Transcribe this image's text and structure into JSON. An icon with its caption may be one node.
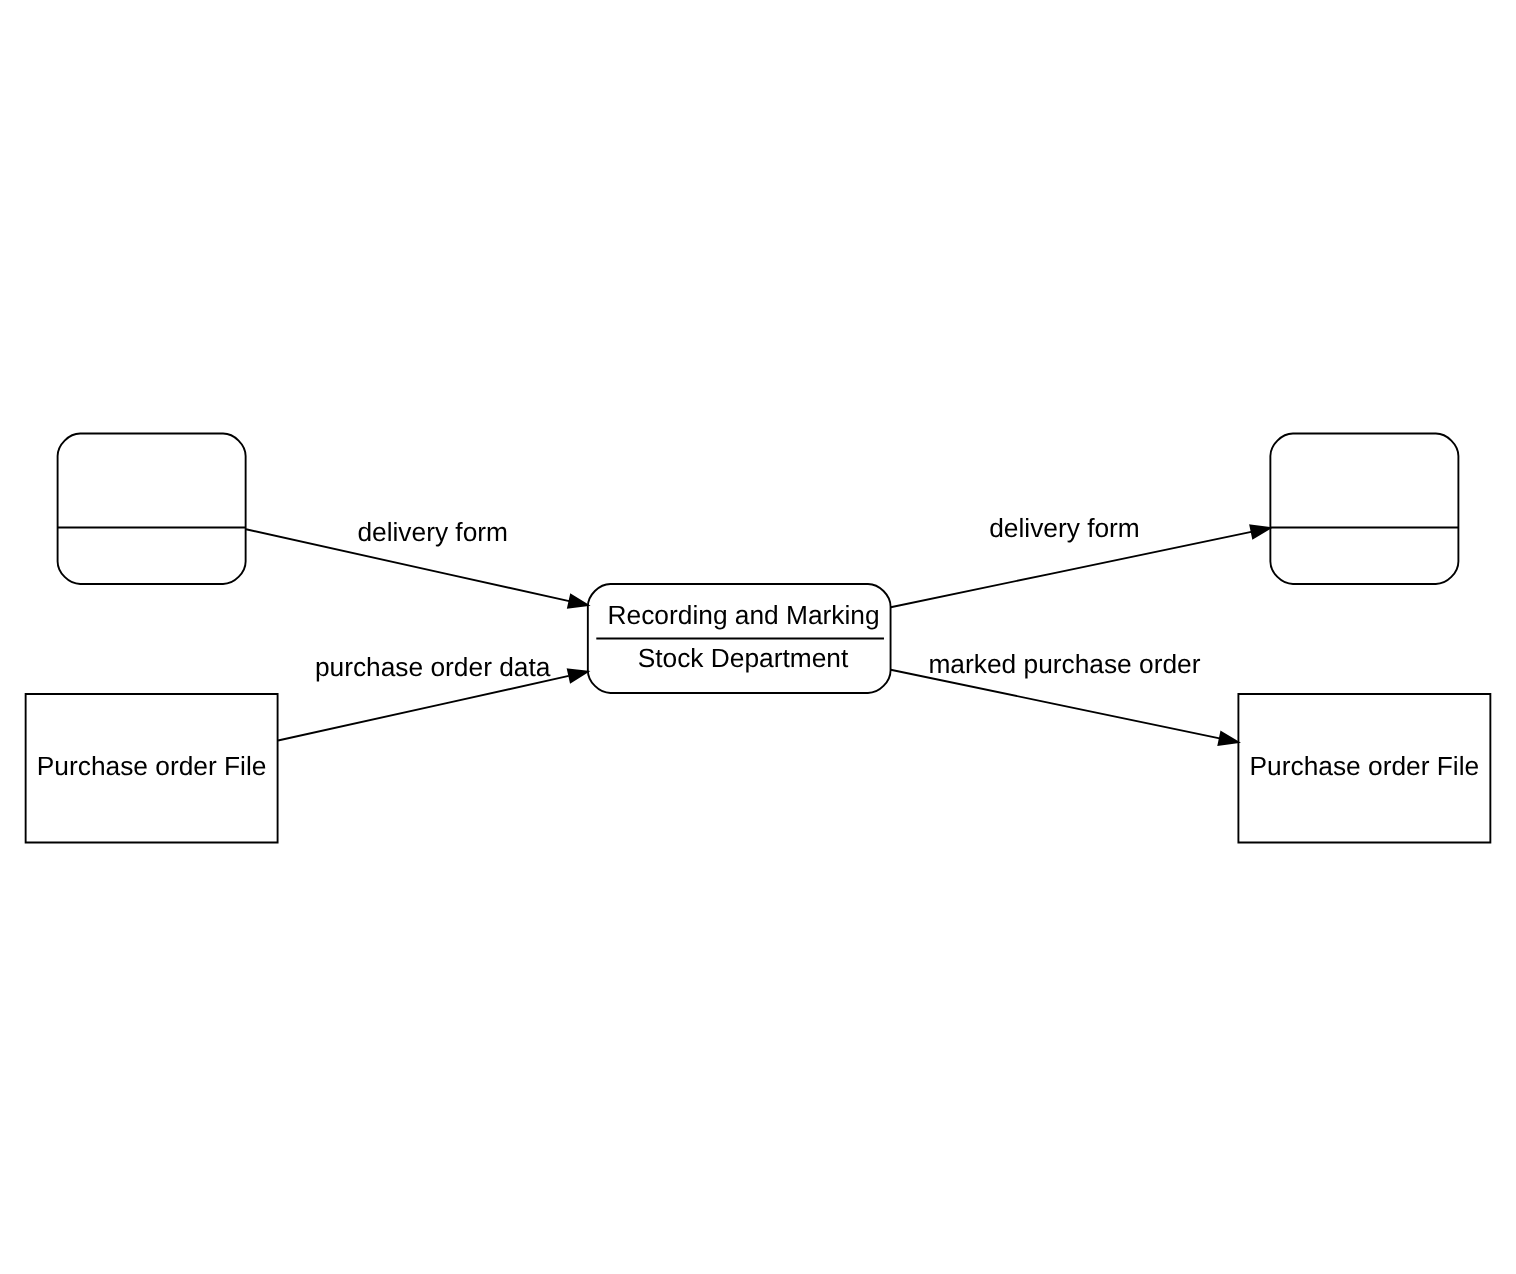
{
  "diagram": {
    "nodes": [
      {
        "text": [],
        "shape": "box"
      },
      {
        "text": [],
        "shape": "box"
      },
      {
        "text": [
          "Recording and Marking",
          "Stock Department"
        ]
      },
      {
        "text": [
          "Purchase order File"
        ]
      },
      {
        "text": [
          "Purchase order File"
        ]
      }
    ],
    "edges": [
      {
        "from": 0,
        "to": 2,
        "arrow": "to",
        "label": "delivery form"
      },
      {
        "from": 3,
        "to": 2,
        "arrow": "to",
        "label": "purchase order data"
      },
      {
        "from": 2,
        "to": 1,
        "arrow": "to",
        "label": "delivery form"
      },
      {
        "from": 2,
        "to": 4,
        "arrow": "to",
        "label": "marked purchase order"
      }
    ]
  }
}
